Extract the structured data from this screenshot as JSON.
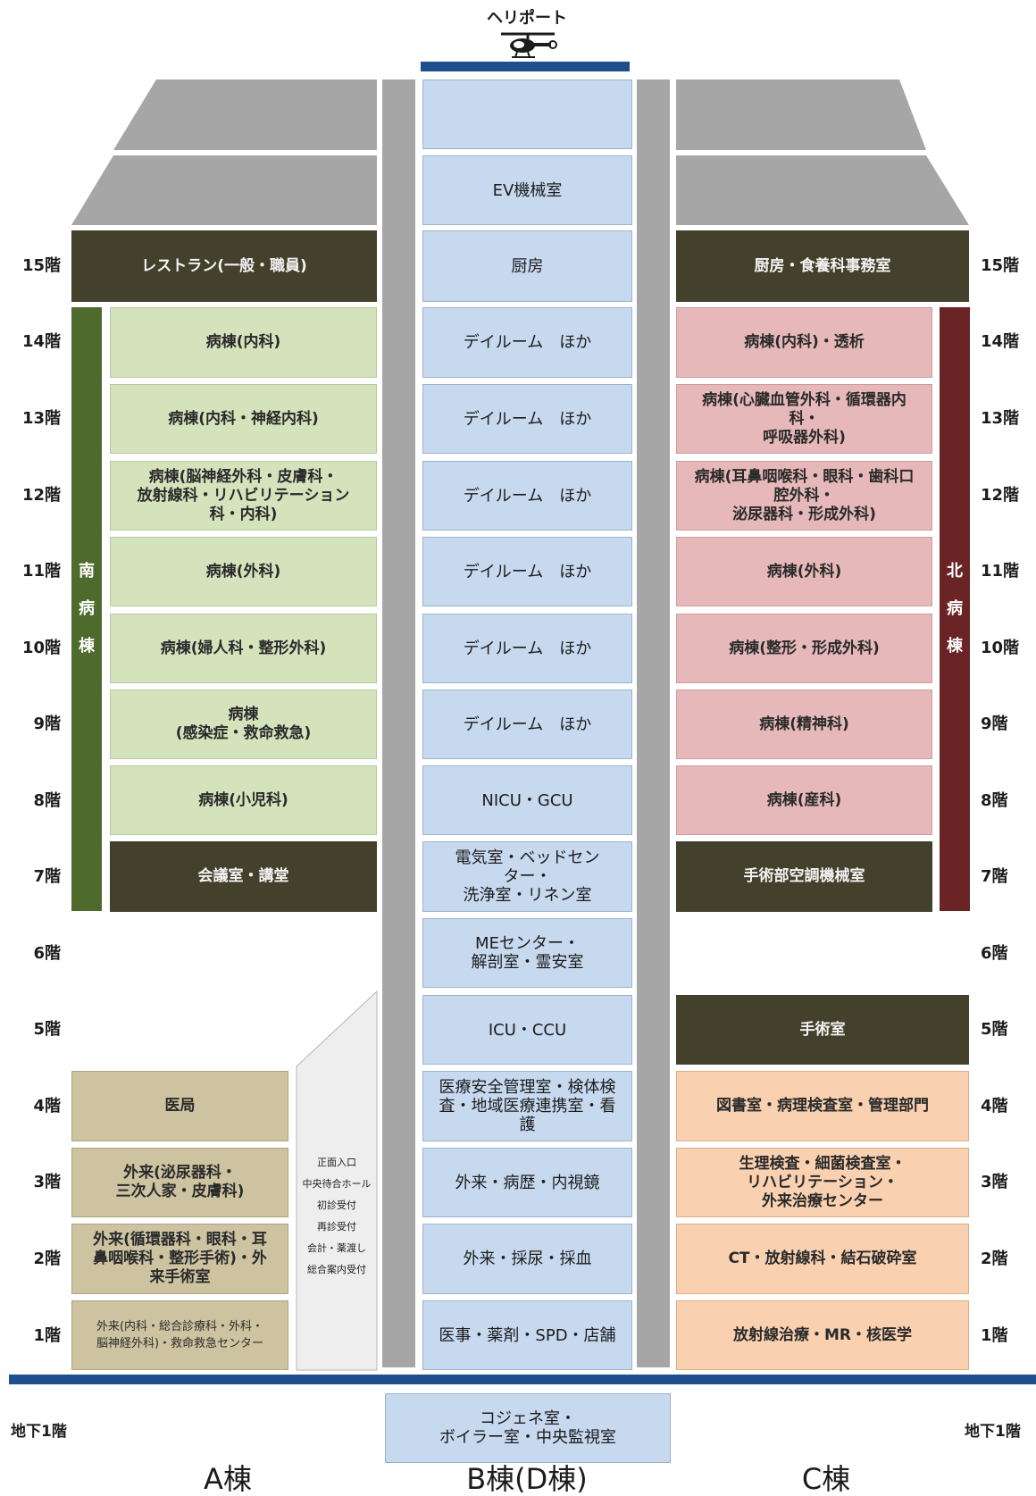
{
  "heliport": {
    "label": "ヘリポート",
    "icon": "helicopter-icon"
  },
  "colors": {
    "dark": "#43402b",
    "south_ward": "#d5e3bd",
    "north_ward": "#e6b8b9",
    "b_building": "#c7d9ef",
    "a_lower": "#cdc3a0",
    "c_lower": "#f9d1b0",
    "south_bar": "#4e6a2c",
    "north_bar": "#6a2426",
    "ground_line": "#1f4e8c",
    "shaft": "#a6a6a6"
  },
  "floors": [
    "15階",
    "14階",
    "13階",
    "12階",
    "11階",
    "10階",
    "9階",
    "8階",
    "7階",
    "6階",
    "5階",
    "4階",
    "3階",
    "2階",
    "1階"
  ],
  "basement_label": "地下1階",
  "wings": {
    "south": [
      "南",
      "病",
      "棟"
    ],
    "north": [
      "北",
      "病",
      "棟"
    ]
  },
  "a_building": {
    "name": "A棟",
    "f15": "レストラン(一般・職員)",
    "f14": "病棟(内科)",
    "f13": "病棟(内科・神経内科)",
    "f12": "病棟(脳神経外科・皮膚科・\n放射線科・リハビリテーション\n科・内科)",
    "f11": "病棟(外科)",
    "f10": "病棟(婦人科・整形外科)",
    "f9": "病棟\n(感染症・救命救急)",
    "f8": "病棟(小児科)",
    "f7": "会議室・講堂",
    "f4": "医局",
    "f3": "外来(泌尿器科・\n三次人家・皮膚科)",
    "f2": "外来(循環器科・眼科・耳\n鼻咽喉科・整形手術)・外\n来手術室",
    "f1": "外来(内科・総合診療科・外科・\n脳神経外科)・救命救急センター"
  },
  "entrance_hall": [
    "正面入口",
    "中央待合ホール",
    "初診受付",
    "再診受付",
    "会計・薬渡し",
    "総合案内受付"
  ],
  "b_building": {
    "name": "B棟(D棟)",
    "top": "",
    "ev": "EV機械室",
    "f15": "厨房",
    "f14": "デイルーム　ほか",
    "f13": "デイルーム　ほか",
    "f12": "デイルーム　ほか",
    "f11": "デイルーム　ほか",
    "f10": "デイルーム　ほか",
    "f9": "デイルーム　ほか",
    "f8": "NICU・GCU",
    "f7": "電気室・ベッドセン\nター・\n洗浄室・リネン室",
    "f6": "MEセンター・\n解剖室・霊安室",
    "f5": "ICU・CCU",
    "f4": "医療安全管理室・検体検\n査・地域医療連携室・看\n護",
    "f3": "外来・病歴・内視鏡",
    "f2": "外来・採尿・採血",
    "f1": "医事・薬剤・SPD・店舗",
    "b1": "コジェネ室・\nボイラー室・中央監視室"
  },
  "c_building": {
    "name": "C棟",
    "f15": "厨房・食養科事務室",
    "f14": "病棟(内科)・透析",
    "f13": "病棟(心臓血管外科・循環器内\n科・\n呼吸器外科)",
    "f12": "病棟(耳鼻咽喉科・眼科・歯科口\n腔外科・\n泌尿器科・形成外科)",
    "f11": "病棟(外科)",
    "f10": "病棟(整形・形成外科)",
    "f9": "病棟(精神科)",
    "f8": "病棟(産科)",
    "f7": "手術部空調機械室",
    "f5": "手術室",
    "f4": "図書室・病理検査室・管理部門",
    "f3": "生理検査・細菌検査室・\nリハビリテーション・\n外来治療センター",
    "f2": "CT・放射線科・結石破砕室",
    "f1": "放射線治療・MR・核医学"
  }
}
